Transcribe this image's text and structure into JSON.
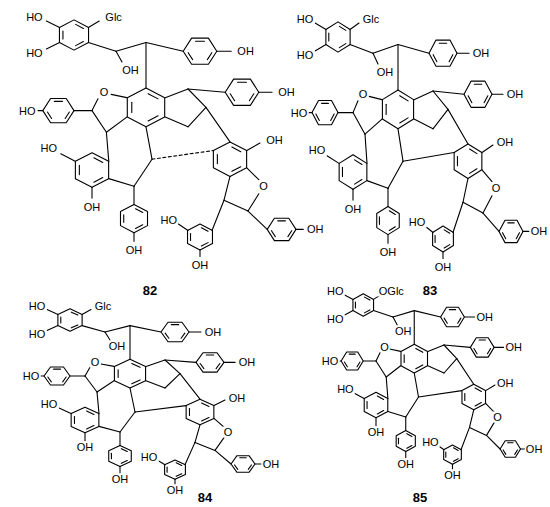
{
  "diagram": {
    "labels": [
      "HO",
      "Glc",
      "HO",
      "OH",
      "OH",
      "O",
      "HO",
      "HO",
      "OH",
      "OH",
      "OH",
      "OH",
      "O",
      "HO",
      "OH",
      "OH",
      "82",
      "HO",
      "Glc",
      "HO",
      "OH",
      "OH",
      "O",
      "HO",
      "HO",
      "OH",
      "OH",
      "OH",
      "OH",
      "O",
      "HO",
      "OH",
      "OH",
      "83",
      "HO",
      "Glc",
      "HO",
      "OH",
      "OH",
      "O",
      "HO",
      "HO",
      "OH",
      "OH",
      "OH",
      "OH",
      "O",
      "HO",
      "OH",
      "OH",
      "84",
      "HO",
      "OGlc",
      "HO",
      "OH",
      "OH",
      "O",
      "HO",
      "HO",
      "OH",
      "OH",
      "OH",
      "OH",
      "O",
      "HO",
      "OH",
      "OH",
      "85"
    ]
  }
}
